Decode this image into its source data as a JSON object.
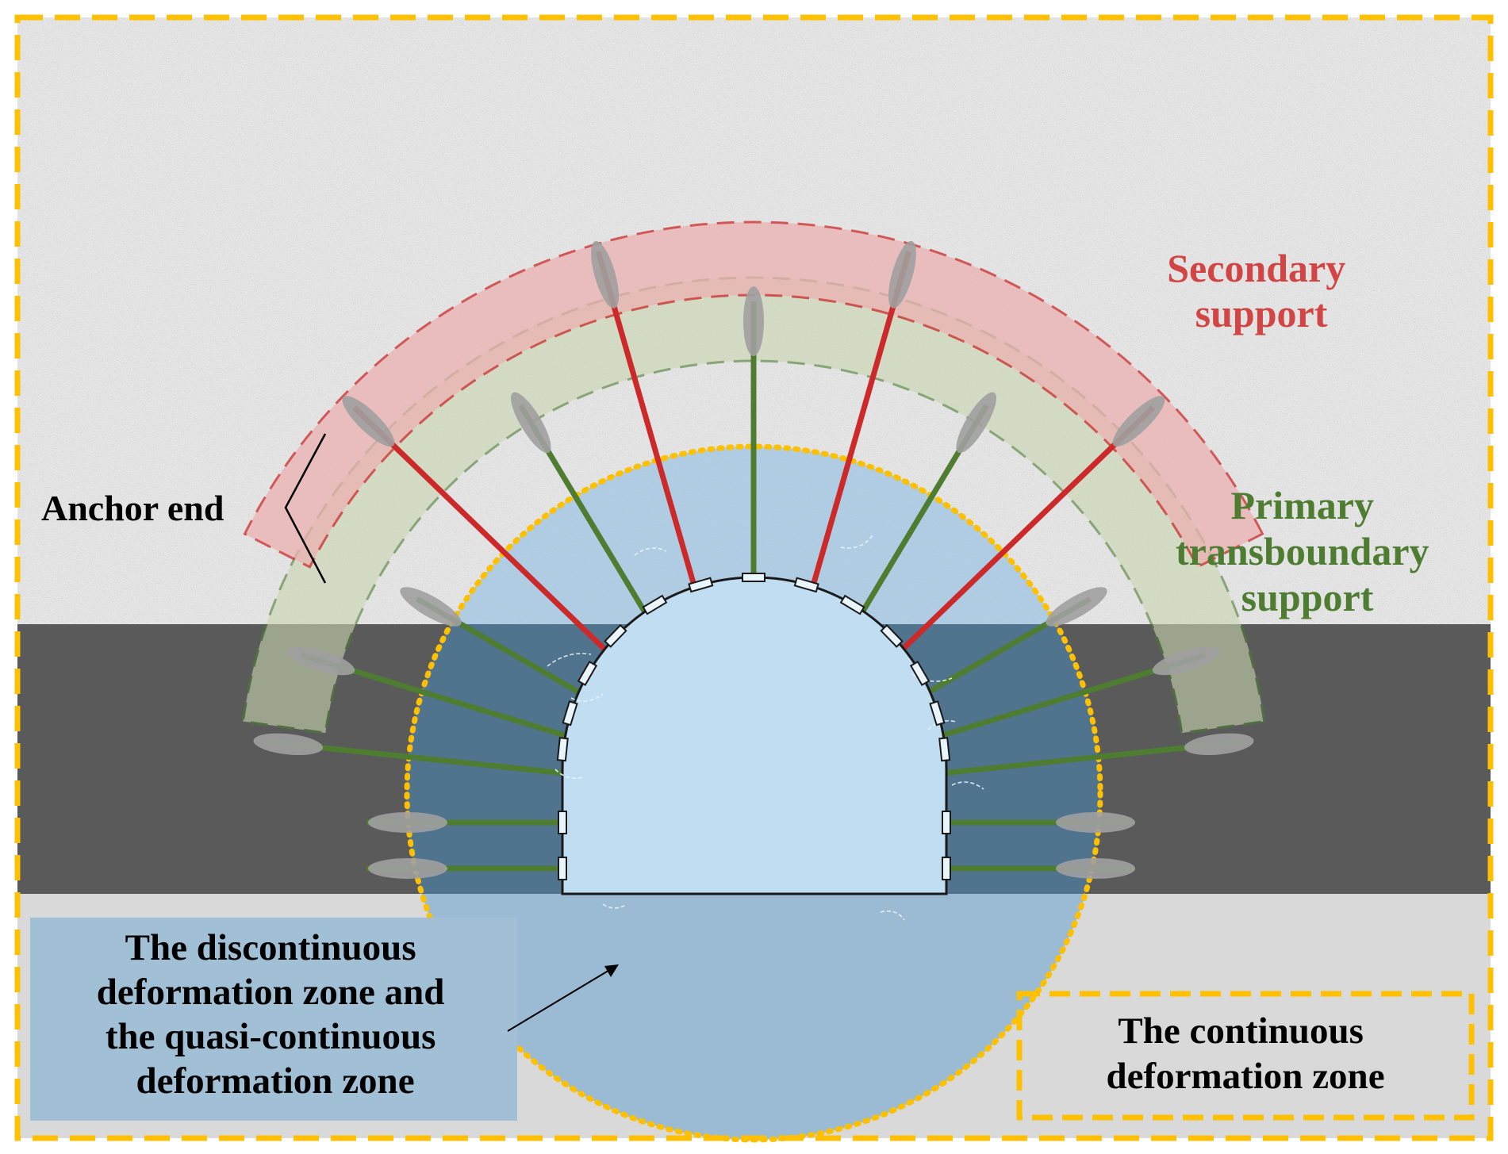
{
  "labels": {
    "secondary_support": [
      "Secondary",
      "support"
    ],
    "primary_support": [
      "Primary",
      "transboundary",
      "support"
    ],
    "anchor_end": "Anchor end",
    "discontinuous_zone": [
      "The discontinuous",
      "deformation zone and",
      "the quasi-continuous",
      "deformation zone"
    ],
    "continuous_zone": [
      "The continuous",
      "deformation zone"
    ]
  },
  "colors": {
    "secondary": "#cc2a2a",
    "secondary_fill": "#ecb1b1",
    "primary": "#4e7d32",
    "primary_fill": "#c9d6b0",
    "zone_border": "#ffc000",
    "zone_fill": "#8fbfe3",
    "tunnel": "#c1ddf2",
    "dark_rock": "#5a5a5a",
    "floor": "#d9d9d9",
    "anchor": "#a0a0a0",
    "text_secondary": "#d24545",
    "text_primary": "#4e7d32",
    "text_dark": "#000000"
  }
}
